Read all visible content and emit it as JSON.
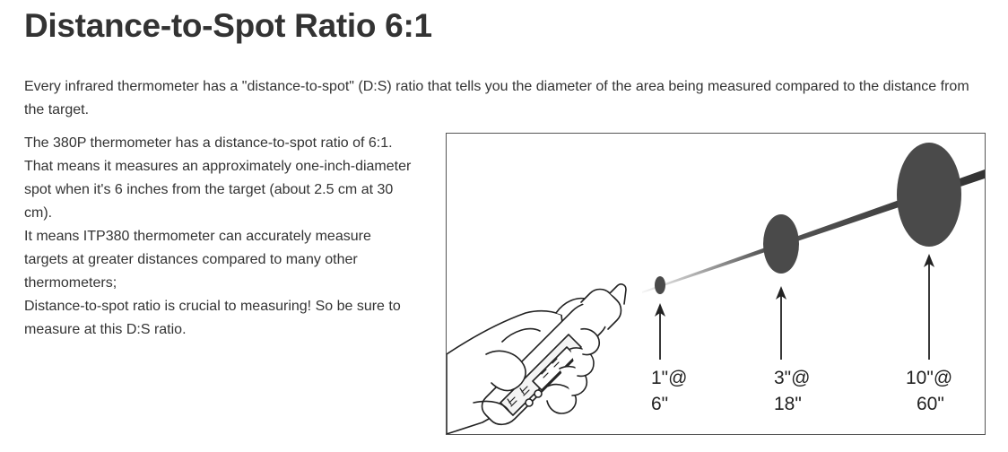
{
  "page": {
    "title": "Distance-to-Spot Ratio 6:1",
    "intro": "Every infrared thermometer has a \"distance-to-spot\" (D:S) ratio that tells you the diameter of the area being measured compared to the distance from the target.",
    "paragraph_1": "The 380P thermometer has a distance-to-spot ratio of 6:1. That means it measures an approximately one-inch-diameter spot when it's 6 inches from the target (about 2.5 cm at 30 cm).",
    "paragraph_2": "It means ITP380 thermometer can accurately measure targets at greater distances compared to many other thermometers;",
    "paragraph_3": "Distance-to-spot ratio is crucial to measuring! So be sure to measure at this D:S ratio."
  },
  "figure": {
    "spots": [
      {
        "size": "1\"@",
        "distance": "6\""
      },
      {
        "size": "3\"@",
        "distance": "18\""
      },
      {
        "size": "10\"@",
        "distance": "60\""
      }
    ],
    "colors": {
      "spot": "#4a4a4a",
      "beam": "#444444",
      "line": "#222222",
      "border": "#555555"
    },
    "icons": [
      "hand-holding-thermometer-icon",
      "arrow-up-icon"
    ]
  }
}
